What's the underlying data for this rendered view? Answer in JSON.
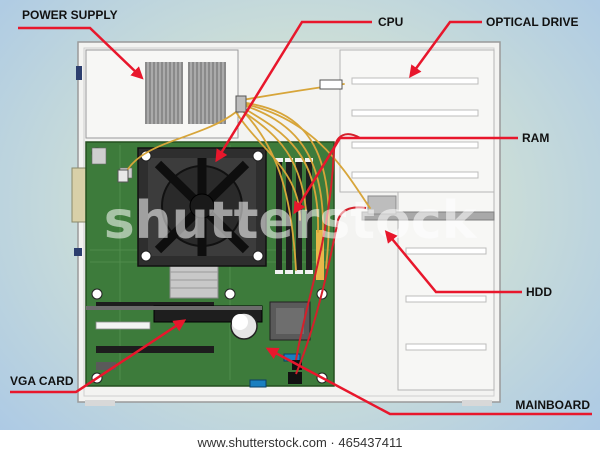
{
  "labels": {
    "power_supply": "POWER SUPPLY",
    "cpu": "CPU",
    "optical_drive": "OPTICAL DRIVE",
    "ram": "RAM",
    "hdd": "HDD",
    "vga_card": "VGA CARD",
    "mainboard": "MAINBOARD"
  },
  "watermark": "shutterstock",
  "footer": "www.shutterstock.com · 465437411",
  "colors": {
    "arrow": "#e8172c",
    "case": "#f4f4f2",
    "board": "#3c7a3a",
    "cable": "#d8a63a"
  }
}
